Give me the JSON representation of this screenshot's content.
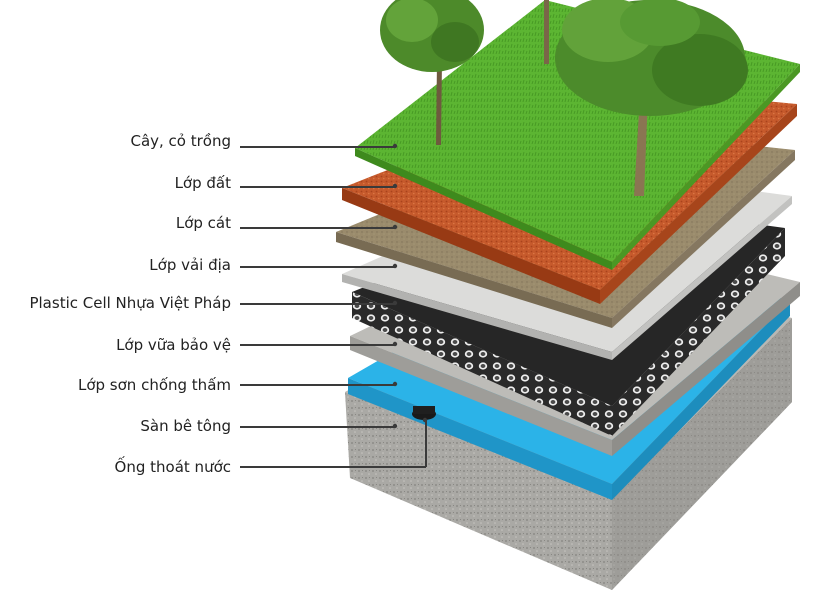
{
  "layers": [
    {
      "label": "Cây, cỏ trồng",
      "color": "#5ab52e"
    },
    {
      "label": "Lớp đất",
      "color": "#c55a2c"
    },
    {
      "label": "Lớp cát",
      "color": "#9b8c6e"
    },
    {
      "label": "Lớp vải địa",
      "color": "#d9d9d7"
    },
    {
      "label": "Plastic Cell Nhựa Việt Pháp",
      "color": "#2b2b2b"
    },
    {
      "label": "Lớp vữa bảo vệ",
      "color": "#b6b6b4"
    },
    {
      "label": "Lớp sơn chống thấm",
      "color": "#2bb2e6"
    },
    {
      "label": "Sàn bê tông",
      "color": "#a9a9a6"
    },
    {
      "label": "Ống thoát nước",
      "color": "#1a1a1a"
    }
  ]
}
